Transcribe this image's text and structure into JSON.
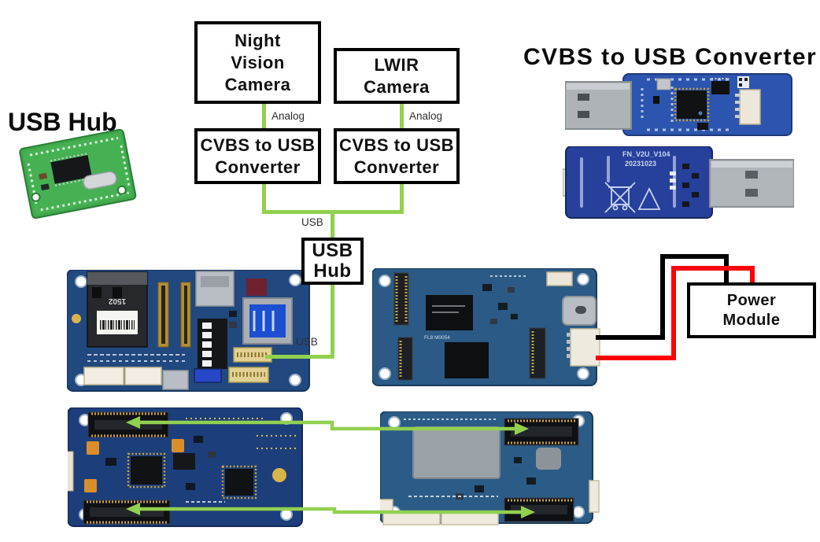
{
  "titles": {
    "usb_hub": "USB Hub",
    "cvbs_converter": "CVBS to USB Converter"
  },
  "boxes": {
    "night_vision": {
      "lines": [
        "Night",
        "Vision",
        "Camera"
      ]
    },
    "lwir": {
      "lines": [
        "LWIR",
        "Camera"
      ]
    },
    "cvbs_left": {
      "lines": [
        "CVBS to USB",
        "Converter"
      ]
    },
    "cvbs_right": {
      "lines": [
        "CVBS to USB",
        "Converter"
      ]
    },
    "usb_hub": {
      "lines": [
        "USB",
        "Hub"
      ]
    },
    "power_module": {
      "lines": [
        "Power",
        "Module"
      ]
    }
  },
  "edge_labels": {
    "analog_left": "Analog",
    "analog_right": "Analog",
    "usb_top": "USB",
    "usb_middle": "USB"
  },
  "photo_text": {
    "dongle_back_line1": "FN_V2U_V104",
    "dongle_back_line2": "20231023",
    "ethernet_label": "1502",
    "board_right_silk": "FL8 M0054"
  },
  "colors": {
    "connector_green": "#92D050",
    "wire_black": "#000000",
    "wire_red": "#FF0000",
    "box_border": "#000000",
    "pcb_blue": "#21487F",
    "pcb_green": "#3FA84C",
    "dongle_blue": "#2B55AE"
  }
}
